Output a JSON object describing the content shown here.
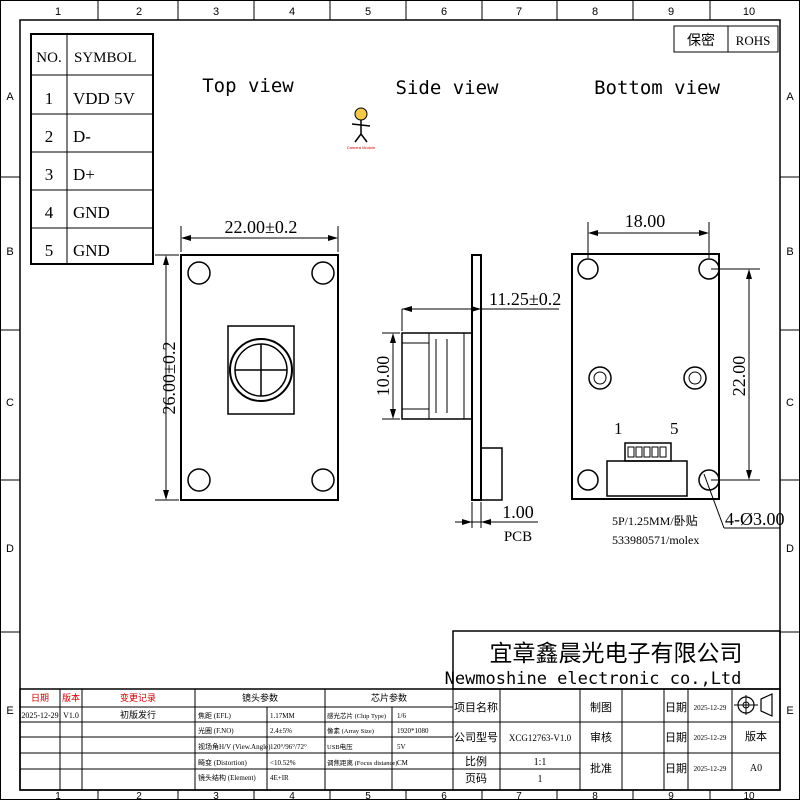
{
  "border": {
    "columns": [
      "1",
      "2",
      "3",
      "4",
      "5",
      "6",
      "7",
      "8",
      "9",
      "10"
    ],
    "rows": [
      "A",
      "B",
      "C",
      "D",
      "E"
    ]
  },
  "top_right": {
    "confidential": "保密",
    "rohs": "ROHS"
  },
  "pin_table": {
    "headers": [
      "NO.",
      "SYMBOL"
    ],
    "rows": [
      {
        "no": "1",
        "symbol": "VDD 5V"
      },
      {
        "no": "2",
        "symbol": "D-"
      },
      {
        "no": "3",
        "symbol": "D+"
      },
      {
        "no": "4",
        "symbol": "GND"
      },
      {
        "no": "5",
        "symbol": "GND"
      }
    ]
  },
  "views": {
    "top": "Top view",
    "side": "Side view",
    "bottom": "Bottom view"
  },
  "mascot_caption": "Camera Module",
  "dimensions": {
    "top_width": "22.00±0.2",
    "top_height": "26.00±0.2",
    "side_lens_height": "10.00",
    "side_depth": "11.25±0.2",
    "pcb_thickness": "1.00",
    "pcb_label": "PCB",
    "bottom_hole_span": "18.00",
    "bottom_vertical": "22.00",
    "holes": "4-Ø3.00",
    "pin_first": "1",
    "pin_last": "5",
    "connector_line1": "5P/1.25MM/卧贴",
    "connector_line2": "533980571/molex"
  },
  "company": {
    "cn": "宜章鑫晨光电子有限公司",
    "en": "Newmoshine  electronic co.,Ltd"
  },
  "revision_table": {
    "headers": [
      "日期",
      "版本",
      "变更记录"
    ],
    "row": {
      "date": "2025-12-29",
      "version": "V1.0",
      "change": "初版发行"
    }
  },
  "lens_params": {
    "title": "镜头参数",
    "rows": [
      {
        "label": "焦距 (EFL)",
        "value": "1.17MM"
      },
      {
        "label": "光圈 (F.NO)",
        "value": "2.4±5%"
      },
      {
        "label": "视场角H/V (View.Angle)",
        "value": "120°/96°/72°"
      },
      {
        "label": "畸变 (Distortion)",
        "value": "<10.52%"
      },
      {
        "label": "镜头结构 (Element)",
        "value": "4E+IR"
      }
    ]
  },
  "chip_params": {
    "title": "芯片参数",
    "rows": [
      {
        "label": "感光芯片 (Chip Type)",
        "value": "1/6"
      },
      {
        "label": "像素 (Array Size)",
        "value": "1920*1080"
      },
      {
        "label": "USB电压",
        "value": "5V"
      },
      {
        "label": "调焦距离 (Focus distance)",
        "value": "CM"
      }
    ]
  },
  "title_block": {
    "project_name_label": "项目名称",
    "drawn_label": "制图",
    "date_label": "日期",
    "date_value": "2025-12-29",
    "model_label": "公司型号",
    "model_value": "XCG12763-V1.0",
    "check_label": "审核",
    "rev_label": "版本",
    "scale_label": "比例",
    "scale_value": "1:1",
    "approve_label": "批准",
    "rev_value": "A0",
    "page_label": "页码",
    "page_value": "1"
  }
}
